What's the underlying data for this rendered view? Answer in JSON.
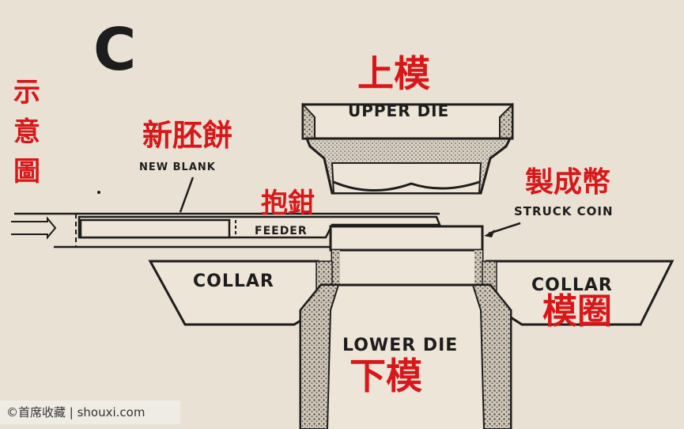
{
  "diagram": {
    "panel_letter": "C",
    "side_caption": [
      "示",
      "意",
      "圖"
    ],
    "labels": {
      "upper_die_zh": "上模",
      "upper_die_en": "UPPER DIE",
      "new_blank_zh": "新胚餅",
      "new_blank_en": "NEW BLANK",
      "feeder_zh": "抱鉗",
      "feeder_en": "FEEDER",
      "struck_coin_zh": "製成幣",
      "struck_coin_en": "STRUCK COIN",
      "collar_left_en": "COLLAR",
      "collar_right_en": "COLLAR",
      "collar_zh": "模圈",
      "lower_die_en": "LOWER DIE",
      "lower_die_zh": "下模"
    }
  },
  "credit": "©首席收藏 | shouxi.com",
  "colors": {
    "paper": "#e9e1d3",
    "ink": "#1d1d1d",
    "annotation_red": "#d8171a"
  }
}
